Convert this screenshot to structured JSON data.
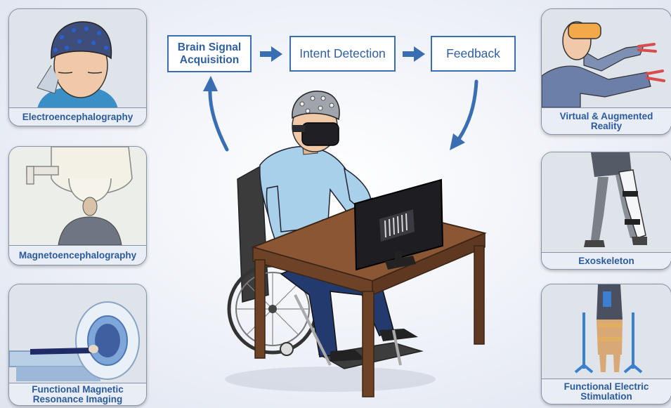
{
  "cards": {
    "eeg": {
      "label": "Electroencephalography"
    },
    "meg": {
      "label": "Magnetoencephalography"
    },
    "fmri": {
      "label": "Functional Magnetic Resonance Imaging"
    },
    "vr": {
      "label": "Virtual & Augmented Reality"
    },
    "exo": {
      "label": "Exoskeleton"
    },
    "fes": {
      "label": "Functional Electric Stimulation"
    }
  },
  "flow": {
    "step1": "Brain Signal Acquisition",
    "step2": "Intent Detection",
    "step3": "Feedback"
  },
  "colors": {
    "accent_blue": "#3a6eb3",
    "caption_blue": "#2b5b9c",
    "desk_brown": "#7a4a2b",
    "shirt_blue": "#a9d0ea"
  }
}
